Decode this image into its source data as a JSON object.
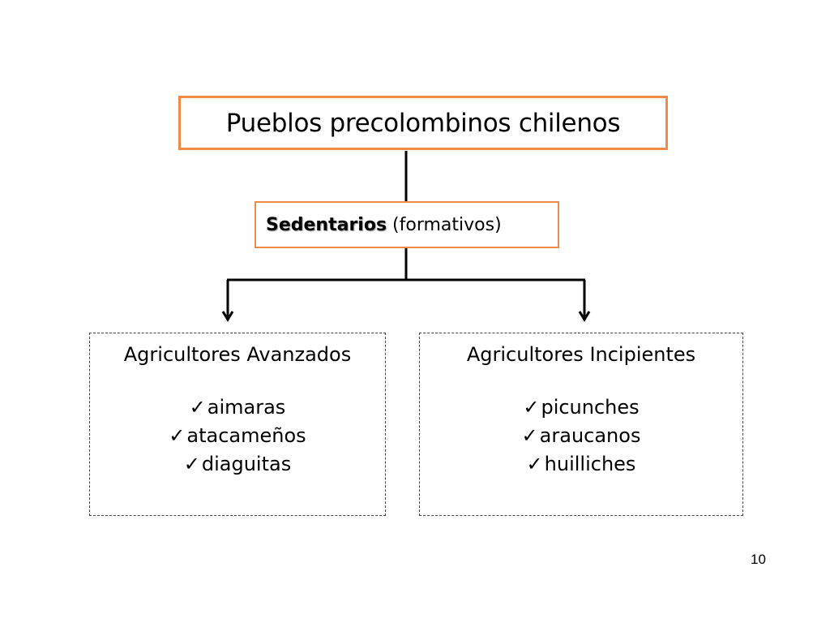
{
  "title": "Pueblos precolombinos chilenos",
  "sedentarios": {
    "bold": "Sedentarios",
    "rest": " (formativos)"
  },
  "branches": [
    {
      "title": "Agricultores Avanzados",
      "items": [
        "aimaras",
        "atacameños",
        "diaguitas"
      ]
    },
    {
      "title": "Agricultores Incipientes",
      "items": [
        "picunches",
        "araucanos",
        "huilliches"
      ]
    }
  ],
  "check_glyph": "✓",
  "page_number": "10",
  "colors": {
    "orange_border": "#f08a4b",
    "line": "#000000",
    "dashed_border": "#444444"
  }
}
